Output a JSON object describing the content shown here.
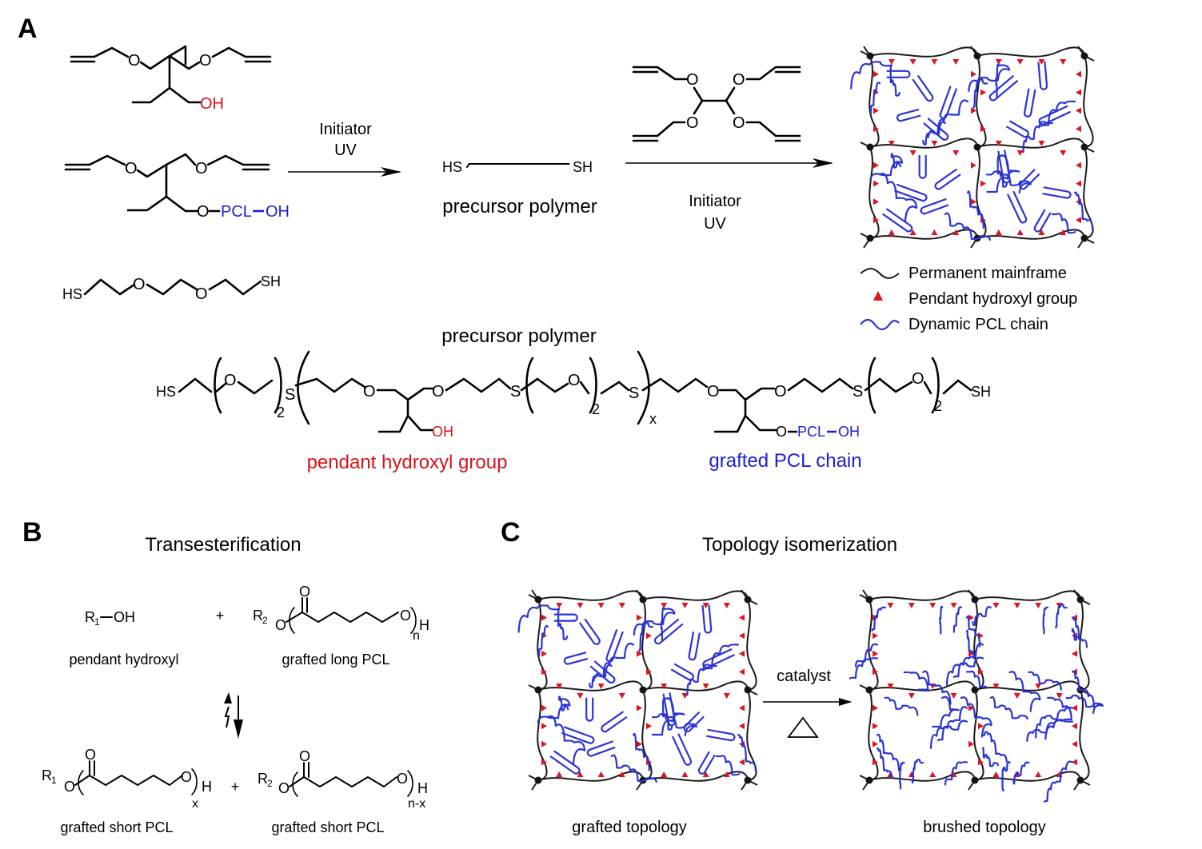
{
  "panels": {
    "a": "A",
    "b": "B",
    "c": "C"
  },
  "atoms": {
    "o": "O",
    "oh": "OH",
    "hs": "HS",
    "sh": "SH",
    "s": "S",
    "sub2": "2",
    "subx": "x",
    "pcl": "PCL",
    "h": "H",
    "subn": "n",
    "subnx": "n-x",
    "r1": "R",
    "r2": "R",
    "sub1": "1",
    "subr2": "2",
    "plus": "+",
    "oh2": "OH"
  },
  "panel_a": {
    "step1": {
      "line1": "Initiator",
      "line2": "UV"
    },
    "step2": {
      "line1": "Initiator",
      "line2": "UV"
    },
    "precursor_label": "precursor polymer",
    "precursor_title": "precursor polymer",
    "legend": {
      "mainframe": "Permanent mainframe",
      "hydroxyl": "Pendant hydroxyl group",
      "pcl": "Dynamic PCL chain"
    },
    "pendant_label": "pendant hydroxyl group",
    "grafted_label": "grafted PCL chain"
  },
  "panel_b": {
    "title": "Transesterification",
    "pendant_hydroxyl": "pendant hydroxyl",
    "grafted_long": "grafted long PCL",
    "grafted_short_1": "grafted short PCL",
    "grafted_short_2": "grafted short PCL"
  },
  "panel_c": {
    "title": "Topology isomerization",
    "catalyst": "catalyst",
    "grafted_topology": "grafted topology",
    "brushed_topology": "brushed topology"
  },
  "colors": {
    "red": "#d8121b",
    "blue": "#1b1fd6",
    "black": "#000000"
  }
}
